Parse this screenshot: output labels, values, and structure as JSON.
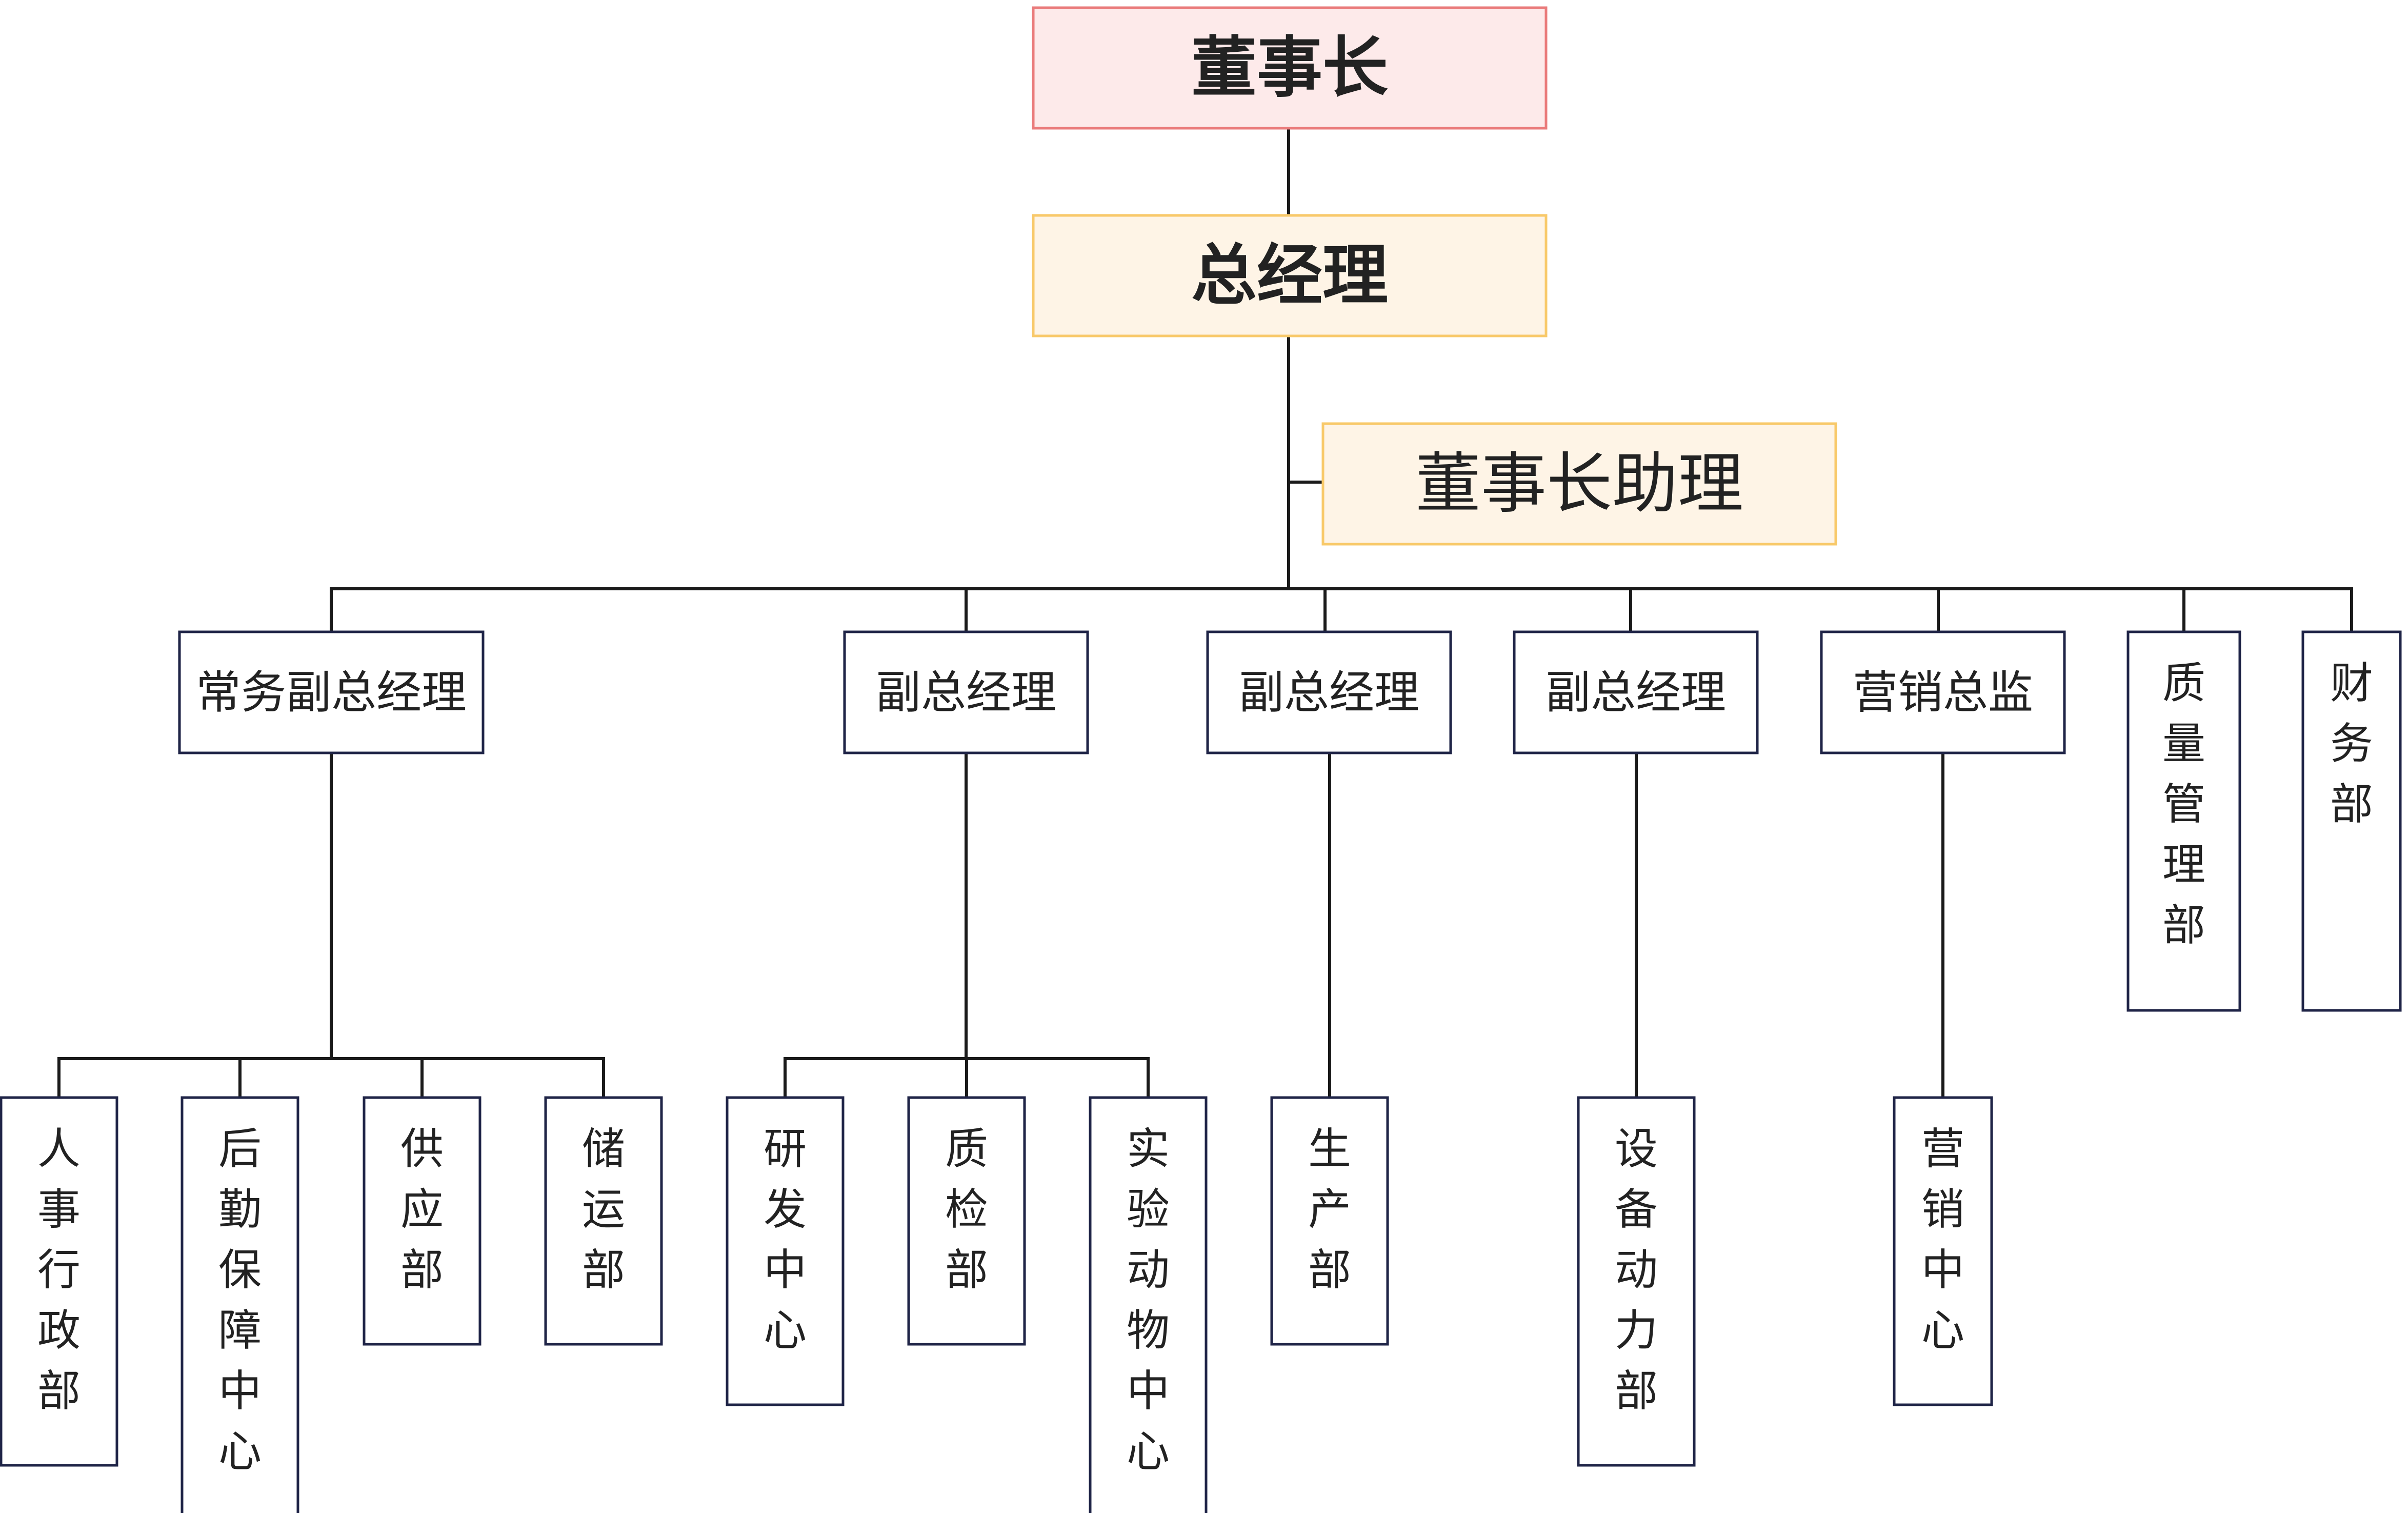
{
  "colors": {
    "line": "#1a1a1a",
    "box_border": "#1f2447",
    "chairman_fill": "#fdeaea",
    "chairman_border": "#ea7b7b",
    "gm_fill": "#fef4e6",
    "gm_border": "#f8c96a",
    "assistant_fill": "#fef4e6",
    "assistant_border": "#f8c96a"
  },
  "org": {
    "chairman": "董事长",
    "general_manager": "总经理",
    "assistant": "董事长助理",
    "executives": [
      {
        "id": "exec-executive-vp",
        "label": "常务副总经理",
        "departments": [
          "人事行政部",
          "后勤保障中心",
          "供应部",
          "储运部"
        ]
      },
      {
        "id": "exec-vp-1",
        "label": "副总经理",
        "departments": [
          "研发中心",
          "质检部",
          "实验动物中心"
        ]
      },
      {
        "id": "exec-vp-2",
        "label": "副总经理",
        "departments": [
          "生产部"
        ]
      },
      {
        "id": "exec-vp-3",
        "label": "副总经理",
        "departments": [
          "设备动力部"
        ]
      },
      {
        "id": "exec-sales-director",
        "label": "营销总监",
        "departments": [
          "营销中心"
        ]
      },
      {
        "id": "exec-quality",
        "label": "质量管理部",
        "departments": []
      },
      {
        "id": "exec-finance",
        "label": "财务部",
        "departments": []
      }
    ]
  }
}
